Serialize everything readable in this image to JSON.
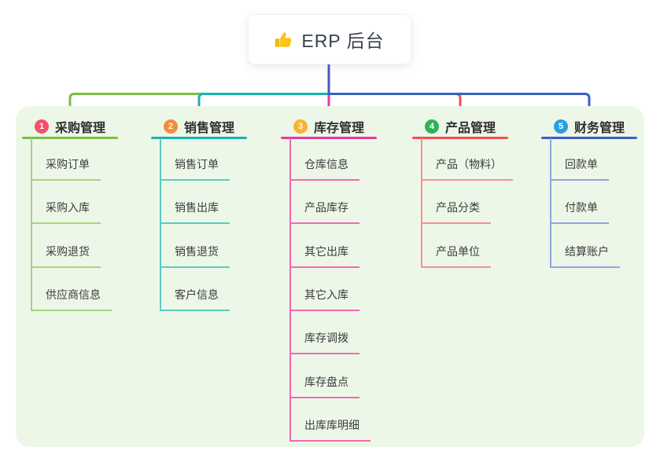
{
  "root": {
    "title": "ERP 后台",
    "icon": "thumbs-up-icon",
    "icon_color": "#f9c513",
    "connector_color": "#4a55c8"
  },
  "branches": [
    {
      "num": "1",
      "label": "采购管理",
      "badge_color": "#f4516c",
      "line_color": "#7cbd41",
      "child_line_color": "#a6d37f",
      "children": [
        "采购订单",
        "采购入库",
        "采购退货",
        "供应商信息"
      ]
    },
    {
      "num": "2",
      "label": "销售管理",
      "badge_color": "#f78b37",
      "line_color": "#14b5ad",
      "child_line_color": "#5ec9c1",
      "children": [
        "销售订单",
        "销售出库",
        "销售退货",
        "客户信息"
      ]
    },
    {
      "num": "3",
      "label": "库存管理",
      "badge_color": "#f9b234",
      "line_color": "#e8399b",
      "child_line_color": "#f06ab4",
      "children": [
        "仓库信息",
        "产品库存",
        "其它出库",
        "其它入库",
        "库存调拨",
        "库存盘点",
        "出库库明细"
      ]
    },
    {
      "num": "4",
      "label": "产品管理",
      "badge_color": "#2fb350",
      "line_color": "#f34d52",
      "child_line_color": "#f5928f",
      "children": [
        "产品（物料）",
        "产品分类",
        "产品单位"
      ]
    },
    {
      "num": "5",
      "label": "财务管理",
      "badge_color": "#2b9fe0",
      "line_color": "#3a5fc2",
      "child_line_color": "#8fa6dc",
      "children": [
        "回款单",
        "付款单",
        "结算账户"
      ]
    }
  ]
}
